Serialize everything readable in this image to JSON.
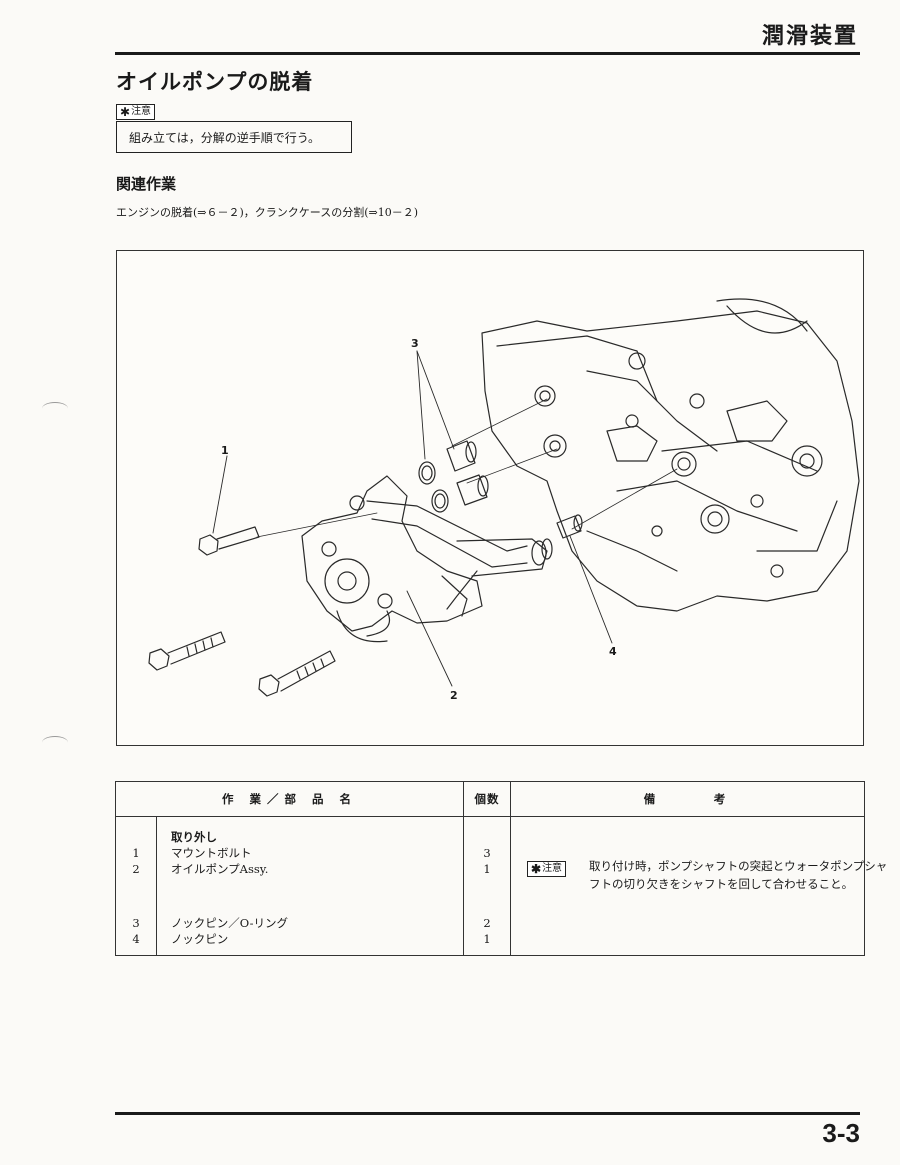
{
  "header": {
    "section_title": "潤滑装置"
  },
  "page": {
    "title": "オイルポンプの脱着",
    "caution_label": "注意",
    "caution_note": "組み立ては，分解の逆手順で行う。",
    "related_heading": "関連作業",
    "related_text": "エンジンの脱着(⇒６－２)，クランクケースの分割(⇒10－２)"
  },
  "figure": {
    "callouts": [
      "1",
      "2",
      "3",
      "4"
    ]
  },
  "table": {
    "headers": {
      "work_part": "作 業／部 品 名",
      "qty": "個数",
      "remarks": "備　　　考"
    },
    "group_heading": "取り外し",
    "rows": [
      {
        "no": "1",
        "name": "マウントボルト",
        "qty": "3"
      },
      {
        "no": "2",
        "name": "オイルポンプAssy.",
        "qty": "1"
      },
      {
        "no": "3",
        "name": "ノックピン／O-リング",
        "qty": "2"
      },
      {
        "no": "4",
        "name": "ノックピン",
        "qty": "1"
      }
    ],
    "remark_caution_label": "注意",
    "remark_text": "取り付け時，ポンプシャフトの突起とウォータポンプシャフトの切り欠きをシャフトを回して合わせること。"
  },
  "footer": {
    "page_number": "3-3"
  }
}
